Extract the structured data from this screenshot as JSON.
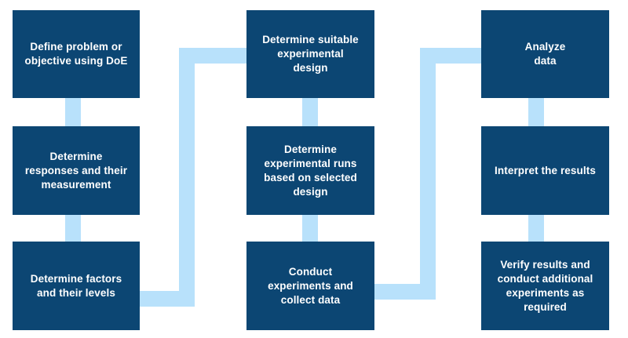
{
  "colors": {
    "background": "#ffffff",
    "box_fill": "#0c4673",
    "box_text": "#ffffff",
    "connector": "#b8e1fb"
  },
  "flowchart": {
    "description": "Design of Experiments (DoE) workflow flowchart, 3 columns of 3 steps connected in sequence",
    "steps": [
      {
        "id": "step-1",
        "label": "Define problem or\nobjective using DoE"
      },
      {
        "id": "step-2",
        "label": "Determine\nresponses and their\nmeasurement"
      },
      {
        "id": "step-3",
        "label": "Determine factors\nand their levels"
      },
      {
        "id": "step-4",
        "label": "Determine suitable\nexperimental\ndesign"
      },
      {
        "id": "step-5",
        "label": "Determine\nexperimental runs\nbased on selected\ndesign"
      },
      {
        "id": "step-6",
        "label": "Conduct\nexperiments and\ncollect data"
      },
      {
        "id": "step-7",
        "label": "Analyze\ndata"
      },
      {
        "id": "step-8",
        "label": "Interpret the results"
      },
      {
        "id": "step-9",
        "label": "Verify results and\nconduct additional\nexperiments as\nrequired"
      }
    ],
    "flow_order": [
      "step-1",
      "step-2",
      "step-3",
      "step-4",
      "step-5",
      "step-6",
      "step-7",
      "step-8",
      "step-9"
    ]
  }
}
